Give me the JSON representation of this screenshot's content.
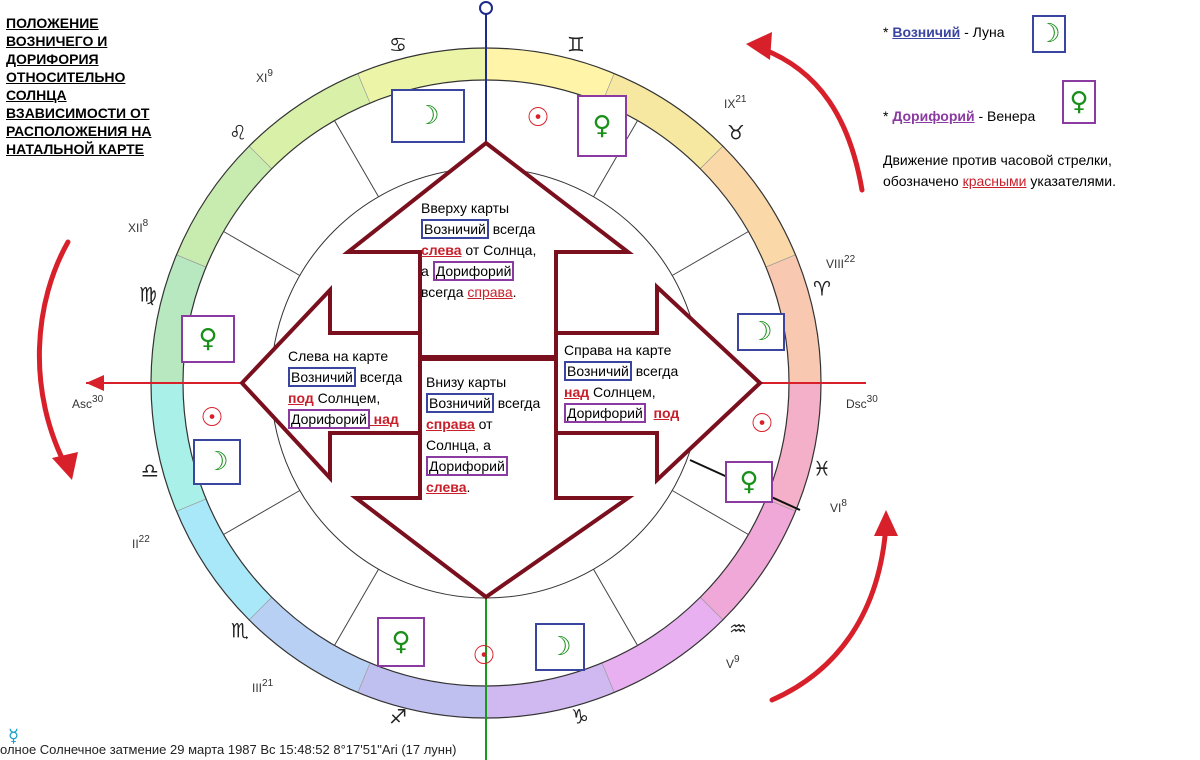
{
  "title": "ПОЛОЖЕНИЕ ВОЗНИЧЕГО И ДОРИФОРИЯ ОТНОСИТЕЛЬНО СОЛНЦА ВЗАВИСИМОСТИ ОТ РАСПОЛОЖЕНИЯ НА НАТАЛЬНОЙ КАРТЕ",
  "legend": {
    "star": "*",
    "voznichiy_term": "Возничий",
    "voznichiy_rest": " - Луна",
    "doriforiy_term": "Дорифорий",
    "doriforiy_rest": " - Венера",
    "motion_pre": "Движение против часовой стрелки, обозначено ",
    "motion_red": "красными",
    "motion_post": " указателями."
  },
  "colors": {
    "arrow_outline": "#7a0f1e",
    "red_pointer": "#d8202a",
    "voznichiy_box": "#3a45a0",
    "doriforiy_box": "#8a3aa0",
    "planet_glyph": "#1a8f1a",
    "sun_glyph": "#d8202a"
  },
  "icons": {
    "moon": "☽",
    "venus": "♀",
    "sun": "☉",
    "mercury": "☿"
  },
  "houses": {
    "asc": "Asc",
    "asc_deg": "30",
    "dsc": "Dsc",
    "dsc_deg": "30",
    "ii": "II",
    "ii_deg": "22",
    "iii": "III",
    "iii_deg": "21",
    "v": "V",
    "v_deg": "9",
    "vi": "VI",
    "vi_deg": "8",
    "viii": "VIII",
    "viii_deg": "22",
    "ix": "IX",
    "ix_deg": "21",
    "xi": "XI",
    "xi_deg": "9",
    "xii": "XII",
    "xii_deg": "8"
  },
  "zodiac": {
    "cancer": "♋",
    "gemini": "♊",
    "taurus": "♉",
    "aries": "♈",
    "pisces": "♓",
    "aquarius": "♒",
    "capricorn": "♑",
    "sagittarius": "♐",
    "scorpio": "♏",
    "libra": "♎",
    "virgo": "♍",
    "leo": "♌"
  },
  "notes": {
    "top": {
      "l1": "Вверху карты",
      "vozn": "Возничий",
      "l2": " всегда",
      "r1": "слева",
      "l3": " от Солнца,",
      "a": "а ",
      "dor": "Дорифорий",
      "l4": "всегда ",
      "r2": "справа",
      "dot": "."
    },
    "left": {
      "l1": "Слева на карте",
      "vozn": "Возничий",
      "l2": " всегда",
      "r1": "под",
      "l3": " Солнцем,",
      "dor": "Дорифорий",
      "r2": " над"
    },
    "bottom": {
      "l1": "Внизу карты",
      "vozn": "Возничий",
      "l2": " всегда",
      "r1": "справа",
      "l3": " от",
      "l4": "Солнца, а",
      "dor": "Дорифорий",
      "r2": "слева",
      "dot": "."
    },
    "right": {
      "l1": "Справа на карте",
      "vozn": "Возничий",
      "l2": " всегда",
      "r1": "над",
      "l3": " Солнцем,",
      "dor": "Дорифорий",
      "r2": "под"
    }
  },
  "footer": "олное Солнечное затмение 29 марта 1987 Вс 15:48:52  8°17'51\"Ari (17 лунн)"
}
